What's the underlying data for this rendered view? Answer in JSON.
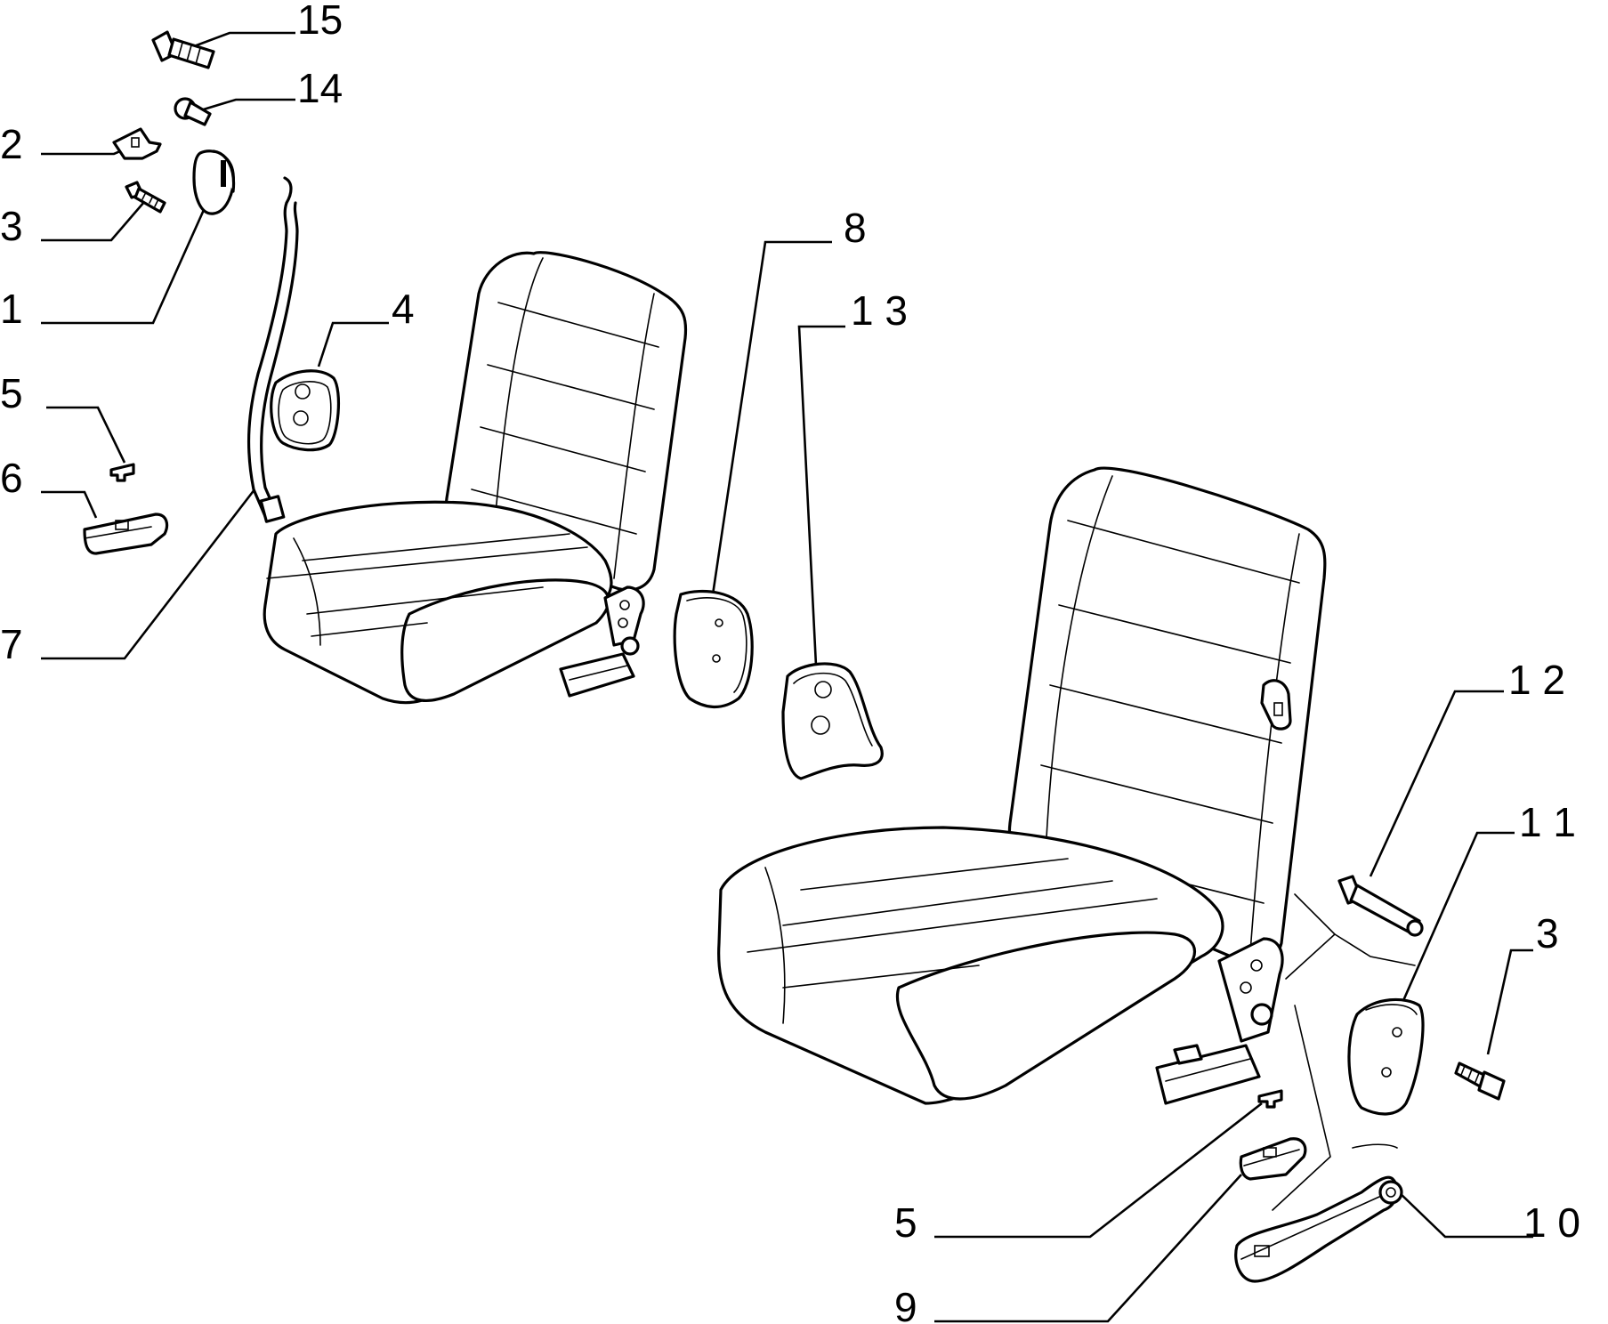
{
  "diagram": {
    "callouts": [
      {
        "id": "c15a",
        "text": "15"
      },
      {
        "id": "c14a",
        "text": "14"
      },
      {
        "id": "c2a",
        "text": "2"
      },
      {
        "id": "c3a",
        "text": "3"
      },
      {
        "id": "c1a",
        "text": "1"
      },
      {
        "id": "c5a",
        "text": "5"
      },
      {
        "id": "c6a",
        "text": "6"
      },
      {
        "id": "c7a",
        "text": "7"
      },
      {
        "id": "c4a",
        "text": "4"
      },
      {
        "id": "c8a",
        "text": "8"
      },
      {
        "id": "c13a",
        "text": "1 3"
      },
      {
        "id": "c12a",
        "text": "1 2"
      },
      {
        "id": "c11a",
        "text": "1 1"
      },
      {
        "id": "c3b",
        "text": "3"
      },
      {
        "id": "c10a",
        "text": "1 0"
      },
      {
        "id": "c5b",
        "text": "5"
      },
      {
        "id": "c9a",
        "text": "9"
      }
    ]
  }
}
